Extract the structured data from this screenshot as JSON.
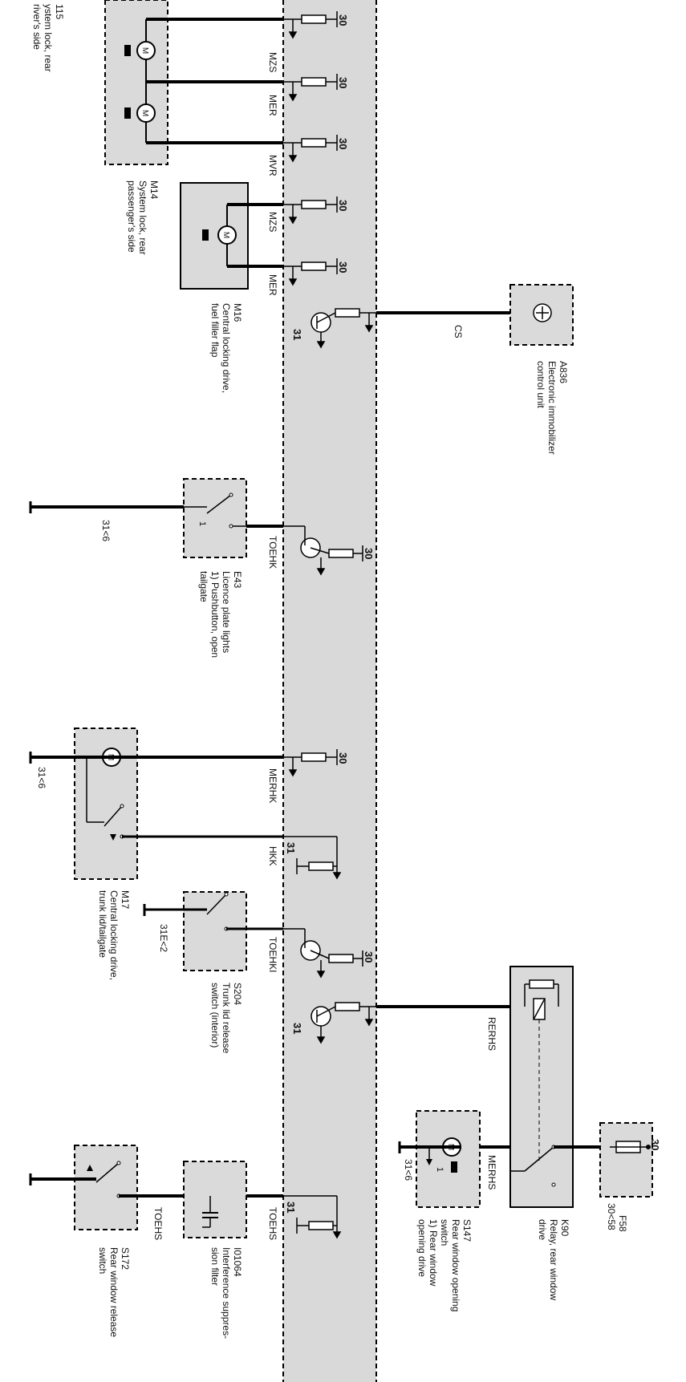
{
  "colors": {
    "module_fill": "#d9d9d9",
    "box_fill": "#dadada",
    "wire": "#000000",
    "background": "#ffffff"
  },
  "pin": {
    "thirty": "30",
    "thirtyone": "31",
    "cs": "CS"
  },
  "signals": {
    "mzs": "MZS",
    "mer": "MER",
    "mvr": "MVR",
    "toehk": "TOEHK",
    "merhk": "MERHK",
    "hkk": "HKK",
    "toehki": "TOEHKI",
    "rerhs": "RERHS",
    "merhs": "MERHS",
    "toehs": "TOEHS"
  },
  "grounds": {
    "g1": "31<6",
    "g2": "31<6",
    "g3": "31E<2",
    "g4": "31<6",
    "g5": "30<58"
  },
  "motor_letter": "M",
  "switch_mark": "1",
  "components": {
    "m15": {
      "code": "115",
      "desc1": "ystem lock, rear",
      "desc2": "river's side"
    },
    "m14": {
      "code": "M14",
      "desc1": "System lock, rear",
      "desc2": "passenger's side"
    },
    "m16": {
      "code": "M16",
      "desc1": "Central locking drive,",
      "desc2": "fuel filler flap"
    },
    "a836": {
      "code": "A836",
      "desc1": "Electronic immobilizer",
      "desc2": "control unit"
    },
    "e43": {
      "code": "E43",
      "desc1": "Licence plate lights",
      "desc2": "1) Pushbutton, open",
      "desc3": "tailgate"
    },
    "m17": {
      "code": "M17",
      "desc1": "Central locking drive,",
      "desc2": "trunk lid/tailgate"
    },
    "s204": {
      "code": "S204",
      "desc1": "Trunk lid release",
      "desc2": "switch (interior)"
    },
    "k90": {
      "code": "K90",
      "desc1": "Relay, rear window",
      "desc2": "drive"
    },
    "f58": {
      "code": "F58"
    },
    "s147": {
      "code": "S147",
      "desc1": "Rear window opening",
      "desc2": "switch",
      "desc3": "1) Rear window",
      "desc4": "opening drive"
    },
    "s172": {
      "code": "S172",
      "desc1": "Rear window release",
      "desc2": "switch"
    },
    "i01064": {
      "code": "I01064",
      "desc1": "Interference suppres-",
      "desc2": "sion filter"
    }
  }
}
